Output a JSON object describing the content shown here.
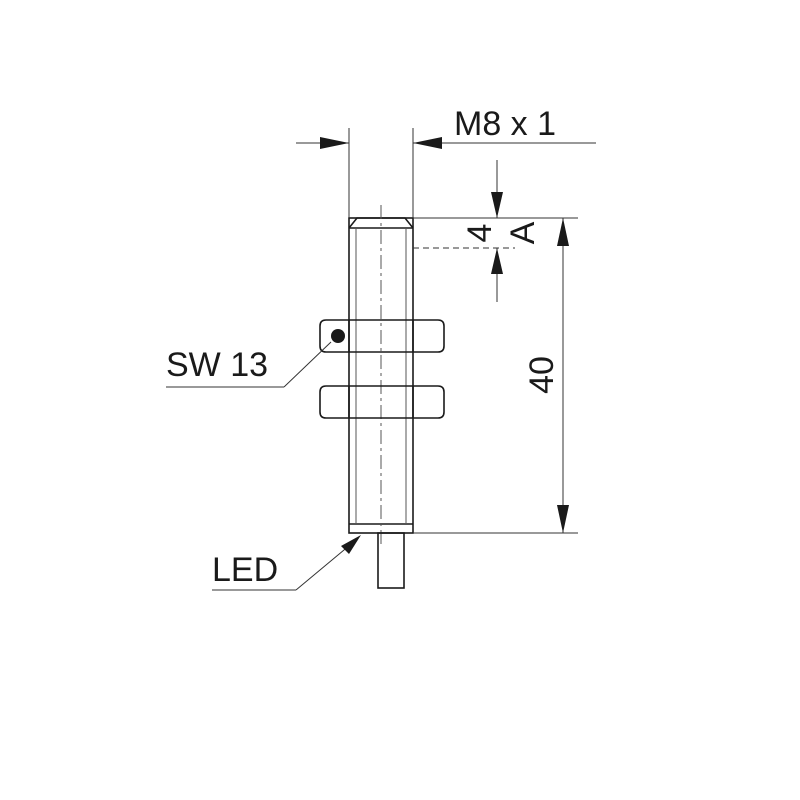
{
  "labels": {
    "thread": "M8 x 1",
    "sensing_depth": "4",
    "datum": "A",
    "length": "40",
    "wrench_size": "SW 13",
    "led": "LED"
  },
  "colors": {
    "line": "#1a1a1a",
    "background": "#ffffff"
  }
}
